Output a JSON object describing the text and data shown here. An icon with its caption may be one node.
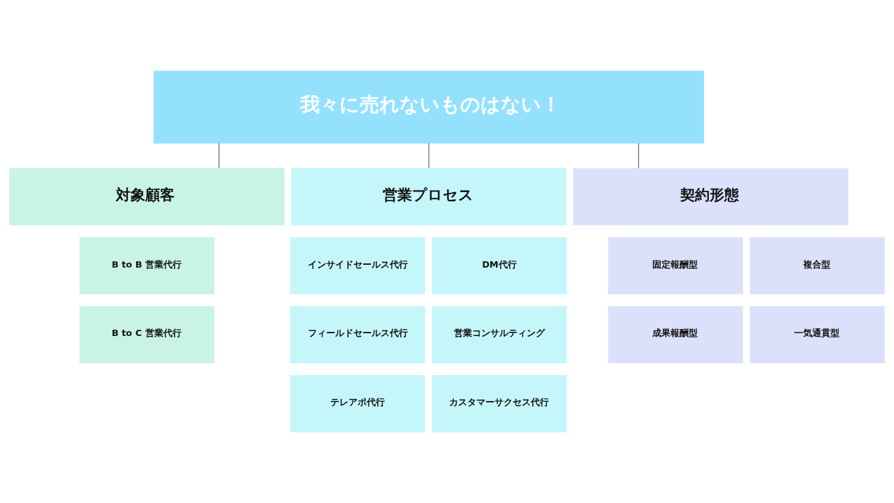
{
  "diagram": {
    "nodes": [
      {
        "text": [
          "我々に売れないものはない！"
        ]
      },
      {
        "text": [
          "対象顧客"
        ]
      },
      {
        "text": [
          "営業プロセス"
        ]
      },
      {
        "text": [
          "契約形態"
        ]
      },
      {
        "text": [
          "B to B 営業代行"
        ]
      },
      {
        "text": [
          "B to C 営業代行"
        ]
      },
      {
        "text": [
          "インサイドセールス代行"
        ]
      },
      {
        "text": [
          "DM代行"
        ]
      },
      {
        "text": [
          "フィールドセールス代行"
        ]
      },
      {
        "text": [
          "営業コンサルティング"
        ]
      },
      {
        "text": [
          "テレアポ代行"
        ]
      },
      {
        "text": [
          "カスタマーサクセス代行"
        ]
      },
      {
        "text": [
          "固定報酬型"
        ]
      },
      {
        "text": [
          "複合型"
        ]
      },
      {
        "text": [
          "成果報酬型"
        ]
      },
      {
        "text": [
          "一気通貫型"
        ]
      }
    ],
    "edges": [
      {
        "from": 0,
        "to": 1,
        "arrow": "none"
      },
      {
        "from": 0,
        "to": 2,
        "arrow": "none"
      },
      {
        "from": 0,
        "to": 3,
        "arrow": "none"
      }
    ]
  }
}
